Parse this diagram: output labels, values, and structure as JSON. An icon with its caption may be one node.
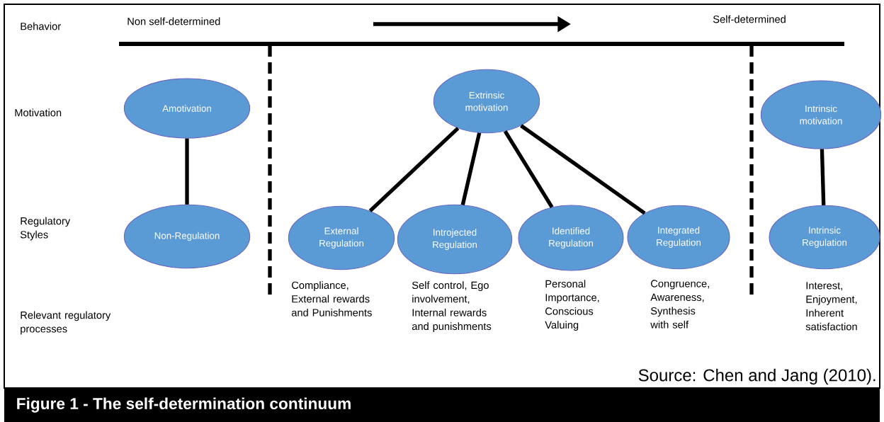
{
  "diagram": {
    "caption": "Figure 1 - The self-determination continuum",
    "nodes": [
      {
        "text": [
          "Amotivation"
        ]
      },
      {
        "text": [
          "Extrinsic motivation"
        ]
      },
      {
        "text": [
          "Intrinsic motivation"
        ]
      },
      {
        "text": [
          "Non-Regulation"
        ]
      },
      {
        "text": [
          "External Regulation"
        ],
        "beside": [
          "Compliance, External rewards and Punishments"
        ]
      },
      {
        "text": [
          "Introjected Regulation"
        ],
        "beside": [
          "Self control, Ego involvement, Internal rewards and punishments"
        ]
      },
      {
        "text": [
          "Identified Regulation"
        ],
        "beside": [
          "Personal Importance, Conscious Valuing"
        ]
      },
      {
        "text": [
          "Integrated Regulation"
        ],
        "beside": [
          "Congruence, Awareness, Synthesis with self"
        ]
      },
      {
        "text": [
          "Intrinsic Regulation"
        ],
        "beside": [
          "Interest, Enjoyment, Inherent satisfaction"
        ]
      }
    ],
    "edges": [
      {
        "from": 0,
        "to": 3,
        "arrow": "none"
      },
      {
        "from": 1,
        "to": 4,
        "arrow": "none"
      },
      {
        "from": 1,
        "to": 5,
        "arrow": "none"
      },
      {
        "from": 1,
        "to": 6,
        "arrow": "none"
      },
      {
        "from": 1,
        "to": 7,
        "arrow": "none"
      },
      {
        "from": 2,
        "to": 8,
        "arrow": "none"
      }
    ],
    "labels": [
      "Behavior",
      "Non self-determined",
      "Self-determined",
      "Motivation",
      "Regulatory Styles",
      "Relevant regulatory processes",
      "Source: Chen and Jang (2010)."
    ]
  }
}
